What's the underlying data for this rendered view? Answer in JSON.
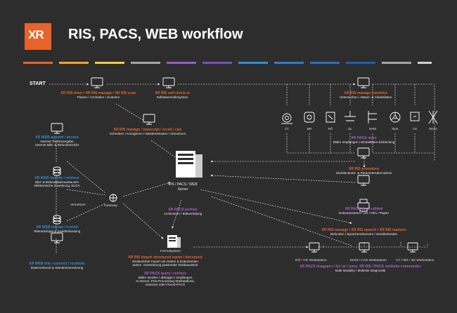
{
  "page": {
    "title": "RIS, PACS, WEB workflow",
    "logo_text": "XR"
  },
  "colors": {
    "accent": "#e8632b",
    "blue": "#2f8fd6",
    "purple": "#a861c9",
    "bg": "#2d2d2d"
  },
  "start_label": "START",
  "nodes": {
    "ris_scan": {
      "title": "XR RIS timer / XR RIS manage / XR RIS scan",
      "sub": "Planen / Anmelden / Scannen"
    },
    "self_checkin": {
      "title": "XR RIS self-check-in",
      "sub": "Selbstanmeldesystem"
    },
    "worklist": {
      "title": "XR RIS manage / worklist",
      "sub": "Untersuchen / Status- & Arbeitslisten"
    },
    "transcript": {
      "title": "XR RIS manage / transcript / recall / calc",
      "sub": "Schreiben / Korrigieren / Wiedereinladen / Abrechnen"
    },
    "web_access": {
      "title": "XR WEB appoint / access",
      "sub1": "Internet Terminvergabe",
      "sub2": "Internet Bild- & Befundeinsicht"
    },
    "web_transfer": {
      "title": "XR WEB transfer / retrieve",
      "sub1": "Bild- & Befunddatenaustausch",
      "sub2": "elektronische Zuweisung, ELGA"
    },
    "vernetzen": "Vernetzen",
    "gateway": "Gateway",
    "web_telerad": {
      "title": "XR WEB telerad / rconsil",
      "sub": "Teleradiologie & Zweitbefundung"
    },
    "web_link": {
      "title": "XR WEB link / connect / multisite",
      "sub": "Datenverbund & Standortvernetzung"
    },
    "server": {
      "line1": "RIS / PACS / WEB",
      "line2": "Server"
    },
    "pacs_store": {
      "title": "XR PACS store",
      "sub1": "Bilder empfangen / Modalitäten Einbindung"
    },
    "ris_procedure": {
      "title": "XR RIS procedure",
      "sub": "Strahlendosis- & Parameterübernahme"
    },
    "pacs_archive": {
      "title": "XR PACS archive",
      "sub": "Archivieren / Bildverteilung"
    },
    "pacs_docu": {
      "title": "XR PACS docu cd/dvd",
      "sub": "Dokumentieren / CD / Film / Papier"
    },
    "ris_speech": {
      "title": "XR RIS manage / XR RIS speech / XR RIS mammo",
      "sub": "Befunden / Sprachererkennen / Zweitbefunden"
    },
    "fremdsystem": "Fremdsystem",
    "import": {
      "title": "XR RIS import structured report / document",
      "sub1": "strukturierter Import von Daten & Dokumenten",
      "sub2": "autom. Generierung passender Textbausteine"
    },
    "pacs_query": {
      "title": "XR PACS query / retrieve",
      "sub1": "Bilder senden / abfragen / empfangen",
      "sub2": "AI-Server, Post Processing Workstations,",
      "sub3": "externes oder Fremd-PACS"
    },
    "workstations": {
      "w1": "RÖ / CR Workstation",
      "w2": "MAM / CAD Workstation",
      "w3": "CT / MR / 3D Workstation"
    },
    "imagepro": {
      "title": "XR PACS imagepro / 3d / ai / tomo, XR RIS / PACS multisite commander",
      "sub": "Multi Modality / Multisite Diagnostik"
    }
  },
  "modalities": [
    "CT",
    "MR",
    "RÖ",
    "DL",
    "MAM",
    "NUK",
    "US",
    "DEXA"
  ]
}
